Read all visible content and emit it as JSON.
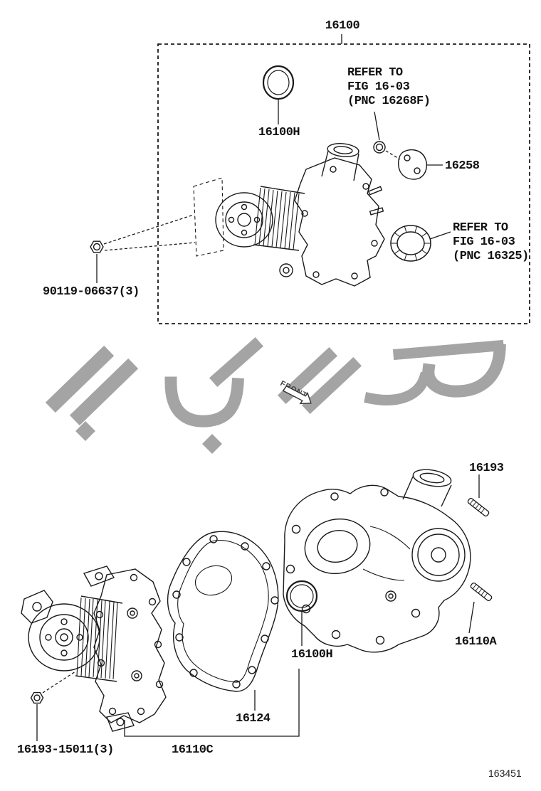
{
  "diagram": {
    "title_part": "16100",
    "front_label": "FRONT",
    "doc_number": "163451",
    "top_section": {
      "oring_label": "16100H",
      "refer_note_1": "REFER TO\nFIG 16-03\n(PNC 16268F)",
      "gasket_label": "16258",
      "refer_note_2": "REFER TO\nFIG 16-03\n(PNC 16325)",
      "bolt_label": "90119-06637(3)"
    },
    "bottom_section": {
      "stud_label": "16193",
      "stud_lower_label": "16110A",
      "oring_label": "16100H",
      "gasket_label": "16124",
      "subassembly_label": "16110C",
      "bolt_label": "16193-15011(3)"
    }
  }
}
